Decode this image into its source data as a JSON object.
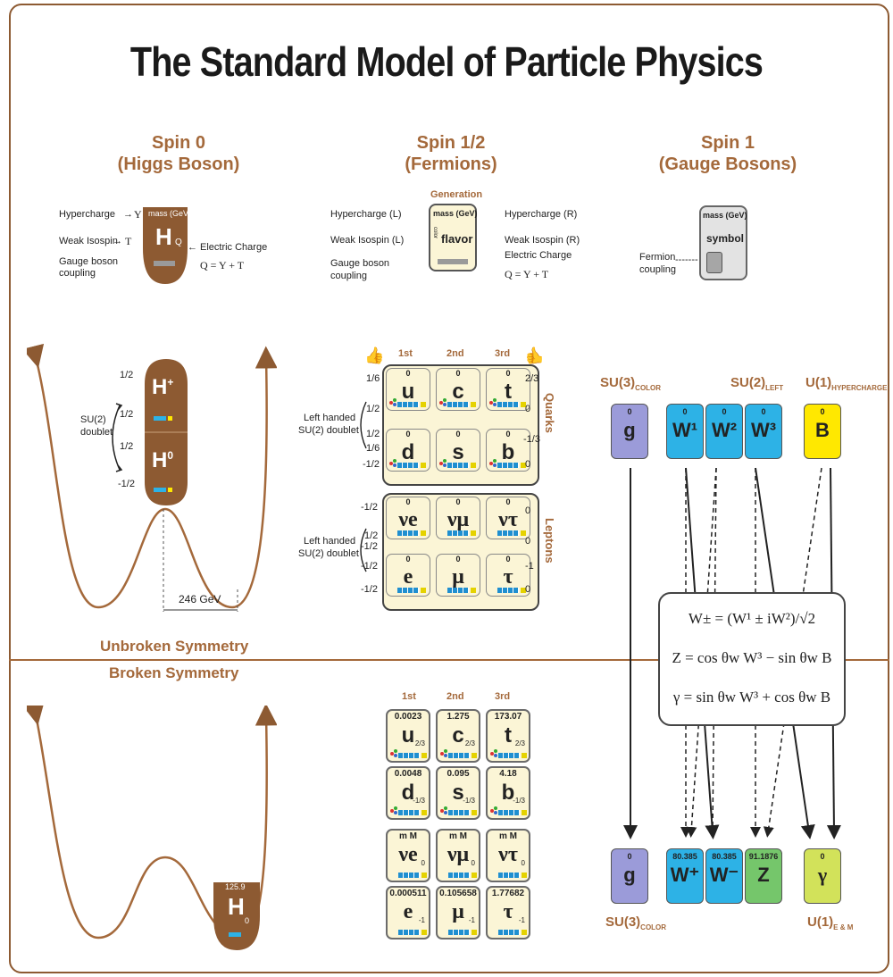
{
  "title": "The Standard Model of Particle Physics",
  "headers": {
    "spin0": [
      "Spin 0",
      "(Higgs Boson)"
    ],
    "spin_half": [
      "Spin 1/2",
      "(Fermions)"
    ],
    "spin1": [
      "Spin 1",
      "(Gauge Bosons)"
    ]
  },
  "higgs_legend": {
    "hypercharge": "Hypercharge",
    "weak_isospin": "Weak Isospin",
    "gauge_coupling": [
      "Gauge boson",
      "coupling"
    ],
    "mass": "mass (GeV)",
    "symbol": "H",
    "q": "Q",
    "y": "Y",
    "t3": "T",
    "electric_charge": "Electric Charge",
    "formula": "Q = Y + T"
  },
  "fermion_legend": {
    "generation": "Generation",
    "hypercharge_l": "Hypercharge (L)",
    "hypercharge_r": "Hypercharge (R)",
    "weak_isospin_l": "Weak Isospin (L)",
    "weak_isospin_r": "Weak Isospin (R)",
    "electric_charge": "Electric Charge",
    "gauge_coupling": [
      "Gauge boson",
      "coupling"
    ],
    "mass": "mass (GeV)",
    "flavor": "flavor",
    "color": "color",
    "formula": "Q = Y + T"
  },
  "boson_legend": {
    "mass": "mass (GeV)",
    "symbol": "symbol",
    "fermion_coupling": [
      "Fermion",
      "coupling"
    ]
  },
  "higgs_doublet": {
    "h_plus": "H",
    "h_plus_sup": "+",
    "h_zero": "H",
    "h_zero_sup": "0",
    "label": [
      "SU(2)",
      "doublet"
    ],
    "fracs": [
      "1/2",
      "1/2",
      "1/2",
      "-1/2"
    ],
    "vev": "246 GeV"
  },
  "symmetry": {
    "unbroken": "Unbroken Symmetry",
    "broken": "Broken Symmetry"
  },
  "generations": [
    "1st",
    "2nd",
    "3rd"
  ],
  "quarks_label": "Quarks",
  "leptons_label": "Leptons",
  "left_doublet": [
    "Left handed",
    "SU(2) doublet"
  ],
  "unbroken_fermions": [
    {
      "sym": "u",
      "top": "0"
    },
    {
      "sym": "c",
      "top": "0"
    },
    {
      "sym": "t",
      "top": "0"
    },
    {
      "sym": "d",
      "top": "0"
    },
    {
      "sym": "s",
      "top": "0"
    },
    {
      "sym": "b",
      "top": "0"
    },
    {
      "sym": "νe",
      "top": "0"
    },
    {
      "sym": "νμ",
      "top": "0"
    },
    {
      "sym": "ντ",
      "top": "0"
    },
    {
      "sym": "e",
      "top": "0"
    },
    {
      "sym": "μ",
      "top": "0"
    },
    {
      "sym": "τ",
      "top": "0"
    }
  ],
  "quark_left_fracs": [
    "1/6",
    "1/2",
    "1/2",
    "1/6",
    "-1/2"
  ],
  "quark_right_fracs": [
    "2/3",
    "0",
    "-1/3",
    "0"
  ],
  "lepton_left_fracs": [
    "-1/2",
    "1/2",
    "-1/2",
    "-1/2",
    "-1/2"
  ],
  "lepton_right_fracs": [
    "0",
    "0",
    "-1",
    "0"
  ],
  "broken_fermions": [
    {
      "sym": "u",
      "mass": "0.0023",
      "q": "2/3"
    },
    {
      "sym": "c",
      "mass": "1.275",
      "q": "2/3"
    },
    {
      "sym": "t",
      "mass": "173.07",
      "q": "2/3"
    },
    {
      "sym": "d",
      "mass": "0.0048",
      "q": "-1/3"
    },
    {
      "sym": "s",
      "mass": "0.095",
      "q": "-1/3"
    },
    {
      "sym": "b",
      "mass": "4.18",
      "q": "-1/3"
    },
    {
      "sym": "νe",
      "mass": "m   M",
      "q": "0"
    },
    {
      "sym": "νμ",
      "mass": "m   M",
      "q": "0"
    },
    {
      "sym": "ντ",
      "mass": "m   M",
      "q": "0"
    },
    {
      "sym": "e",
      "mass": "0.000511",
      "q": "-1"
    },
    {
      "sym": "μ",
      "mass": "0.105658",
      "q": "-1"
    },
    {
      "sym": "τ",
      "mass": "1.77682",
      "q": "-1"
    }
  ],
  "groups_top": {
    "su3": "SU(3)",
    "su3_sub": "COLOR",
    "su2": "SU(2)",
    "su2_sub": "LEFT",
    "u1": "U(1)",
    "u1_sub": "HYPERCHARGE"
  },
  "groups_bottom": {
    "su3": "SU(3)",
    "su3_sub": "COLOR",
    "u1": "U(1)",
    "u1_sub": "E & M"
  },
  "gauge_top": [
    {
      "sym": "g",
      "mass": "0"
    },
    {
      "sym": "W¹",
      "mass": "0"
    },
    {
      "sym": "W²",
      "mass": "0"
    },
    {
      "sym": "W³",
      "mass": "0"
    },
    {
      "sym": "B",
      "mass": "0"
    }
  ],
  "gauge_bottom": [
    {
      "sym": "g",
      "mass": "0"
    },
    {
      "sym": "W⁺",
      "mass": "80.385"
    },
    {
      "sym": "W⁻",
      "mass": "80.385"
    },
    {
      "sym": "Z",
      "mass": "91.1876"
    },
    {
      "sym": "γ",
      "mass": "0"
    }
  ],
  "formulas": [
    "W± = (W¹ ± iW²)/√2",
    "Z = cos θw W³ − sin θw B",
    "γ = sin θw W³ + cos θw B"
  ],
  "higgs_broken": {
    "mass": "125.9",
    "symbol": "H",
    "sub": "0"
  },
  "colors": {
    "brown": "#8d5a32",
    "accent_brown": "#a4693b",
    "cream": "#fbf5d6",
    "blue": "#2db2e6",
    "purple": "#9b9bd9",
    "yellow": "#ffe800",
    "green": "#75c66b",
    "lime": "#d2e25a"
  }
}
